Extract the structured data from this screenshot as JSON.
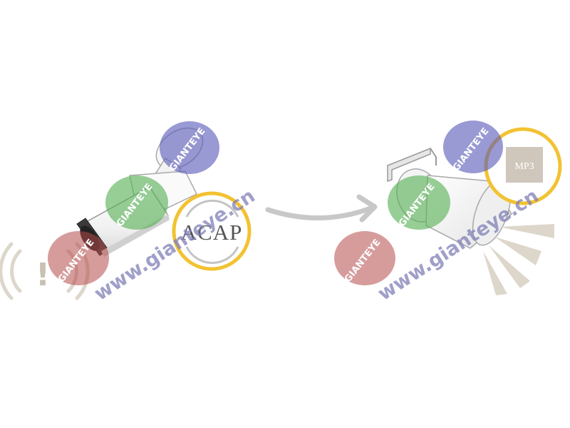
{
  "camera": {
    "badge_label": "ACAP",
    "alert_symbol": "!"
  },
  "speaker": {
    "badge_label": "MP3"
  },
  "watermark": {
    "brand": "GIANTEYE",
    "url": "www.gianteye.cn"
  },
  "colors": {
    "badge_ring": "#f2c232",
    "arrow": "#c8c8c8",
    "sound_waves": "#ddd6cb",
    "mp3_tile": "#cfc7bb",
    "watermark_blue": "#5b5bb8",
    "watermark_green": "#55b055",
    "watermark_red": "#b54a4a",
    "watermark_url": "#7f7fb8",
    "watermark_url_tail": "#c07070"
  },
  "icons": [
    "network-camera-icon",
    "horn-speaker-icon",
    "alert-waves-icon",
    "sound-rays-icon",
    "transfer-arrow-icon"
  ]
}
